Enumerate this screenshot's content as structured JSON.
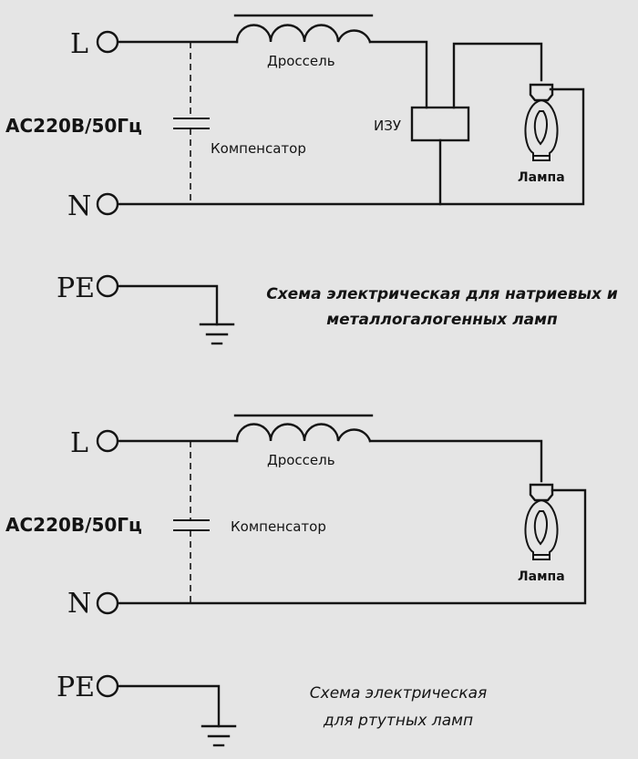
{
  "diagram1": {
    "terminals": {
      "l": "L",
      "n": "N",
      "pe": "PE"
    },
    "voltage": "AC220B/50Гц",
    "choke": "Дроссель",
    "compensator": "Компенсатор",
    "igniter": "ИЗУ",
    "lamp": "Лампа",
    "caption": [
      "Схема электрическая для натриевых и",
      "металлогалогенных ламп"
    ]
  },
  "diagram2": {
    "terminals": {
      "l": "L",
      "n": "N",
      "pe": "PE"
    },
    "voltage": "AC220B/50Гц",
    "choke": "Дроссель",
    "compensator": "Компенсатор",
    "lamp": "Лампа",
    "caption": [
      "Схема электрическая",
      "для ртутных ламп"
    ]
  }
}
